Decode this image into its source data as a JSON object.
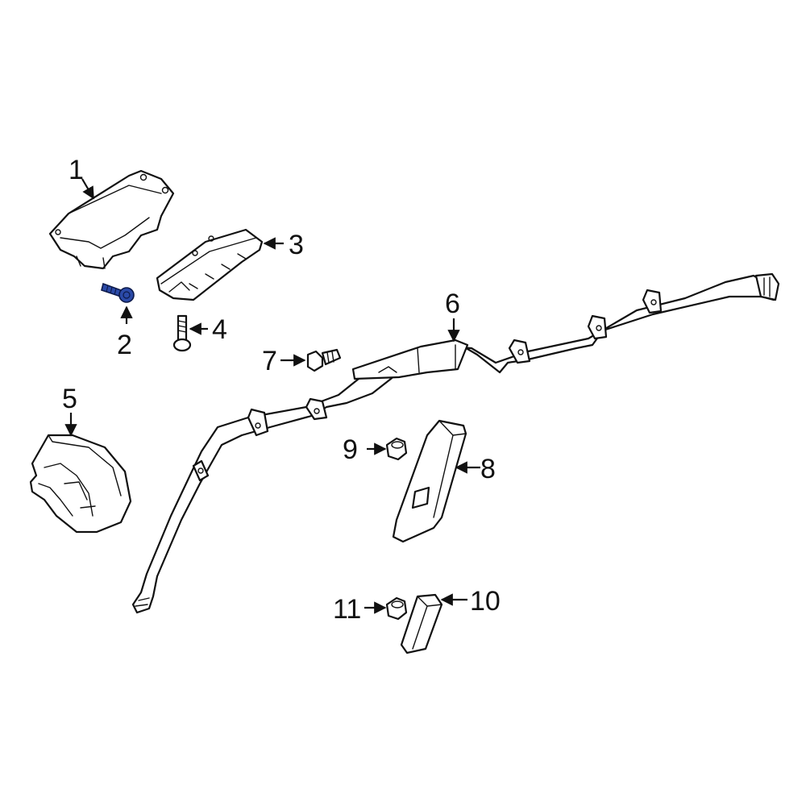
{
  "diagram": {
    "callouts": {
      "c1": "1",
      "c2": "2",
      "c3": "3",
      "c4": "4",
      "c5": "5",
      "c6": "6",
      "c7": "7",
      "c8": "8",
      "c9": "9",
      "c10": "10",
      "c11": "11"
    },
    "highlight_color": "#2b4aa8",
    "line_color": "#111111",
    "background": "#ffffff",
    "highlighted_part": "2"
  }
}
